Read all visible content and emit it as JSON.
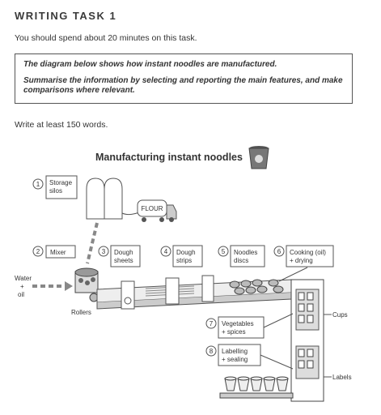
{
  "task": {
    "heading": "WRITING TASK 1",
    "instruction": "You should spend about 20 minutes on this task.",
    "prompt_line1": "The diagram below shows how instant noodles are manufactured.",
    "prompt_line2": "Summarise the information by selecting and reporting the main features, and make comparisons where relevant.",
    "word_count": "Write at least 150 words."
  },
  "diagram": {
    "title": "Manufacturing instant noodles",
    "truck_label": "FLOUR",
    "steps": [
      {
        "num": "1",
        "line1": "Storage",
        "line2": "silos"
      },
      {
        "num": "2",
        "line1": "Mixer",
        "line2": ""
      },
      {
        "num": "3",
        "line1": "Dough",
        "line2": "sheets"
      },
      {
        "num": "4",
        "line1": "Dough",
        "line2": "strips"
      },
      {
        "num": "5",
        "line1": "Noodles",
        "line2": "discs"
      },
      {
        "num": "6",
        "line1": "Cooking (oil)",
        "line2": "+ drying"
      },
      {
        "num": "7",
        "line1": "Vegetables",
        "line2": "+ spices"
      },
      {
        "num": "8",
        "line1": "Labelling",
        "line2": "+ sealing"
      }
    ],
    "water_label": "Water",
    "plus_sign": "+",
    "oil_label": "oil",
    "rollers_label": "Rollers",
    "cups_label": "Cups",
    "labels_label": "Labels"
  }
}
